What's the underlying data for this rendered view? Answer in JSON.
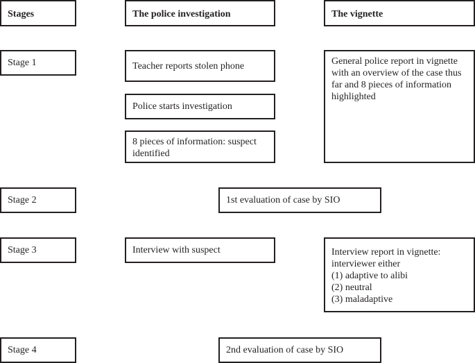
{
  "headers": {
    "stages": "Stages",
    "investigation": "The police investigation",
    "vignette": "The vignette"
  },
  "stages": {
    "stage1": "Stage 1",
    "stage2": "Stage 2",
    "stage3": "Stage 3",
    "stage4": "Stage 4"
  },
  "investigation": {
    "teacher_reports": "Teacher reports stolen phone",
    "police_starts": "Police starts investigation",
    "pieces_info": "8 pieces of information: suspect identified",
    "first_eval": "1st evaluation of case by SIO",
    "interview": "Interview with suspect",
    "second_eval": "2nd evaluation of case by SIO"
  },
  "vignette": {
    "general_report": "General police report in vignette with an overview of the case thus far and 8 pieces of information highlighted",
    "interview_report": {
      "intro": "Interview report in vignette: interviewer either",
      "options": [
        "(1) adaptive to alibi",
        "(2) neutral",
        "(3) maladaptive"
      ]
    }
  }
}
